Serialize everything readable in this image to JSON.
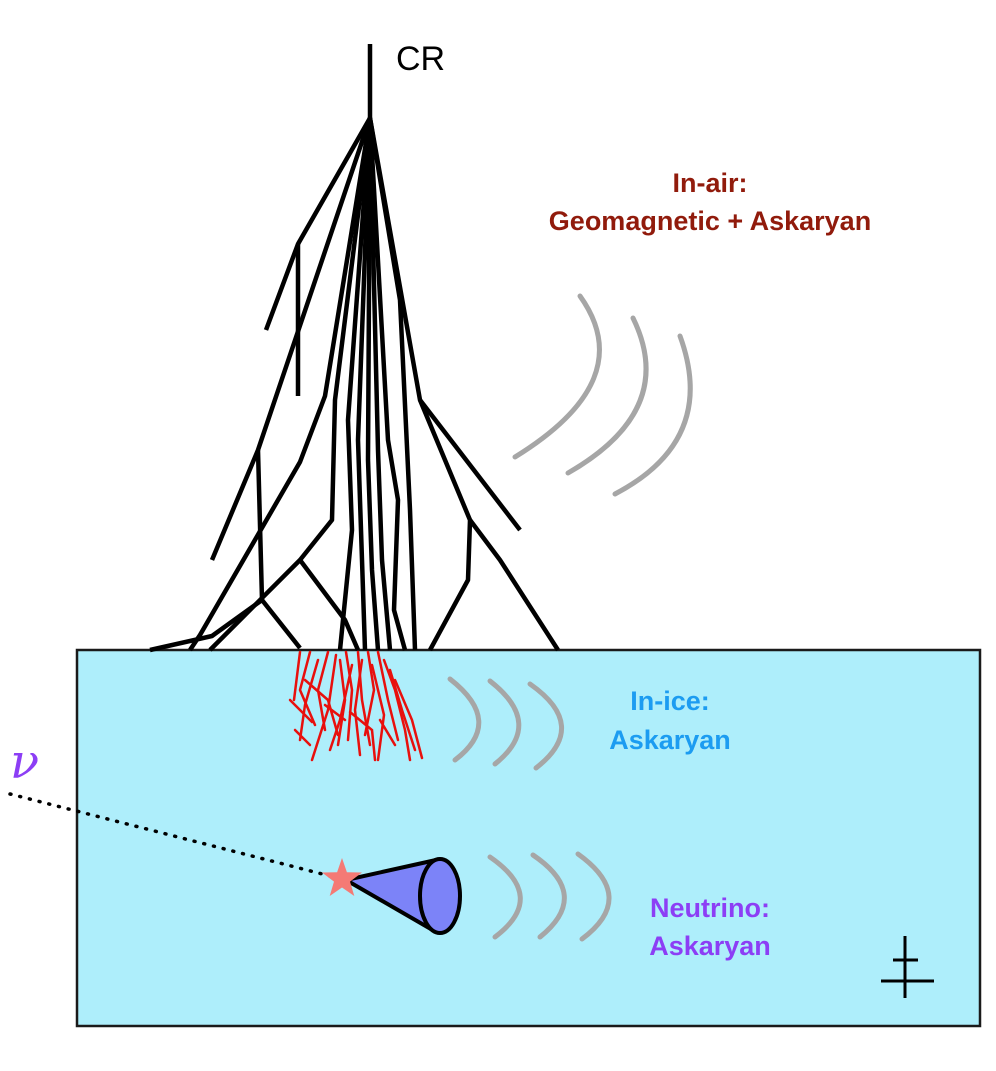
{
  "labels": {
    "cosmic_ray": "CR",
    "in_air_line1": "In-air:",
    "in_air_line2": "Geomagnetic + Askaryan",
    "in_ice_line1": "In-ice:",
    "in_ice_line2": "Askaryan",
    "neutrino_line1": "Neutrino:",
    "neutrino_line2": "Askaryan",
    "neutrino_symbol": "ν"
  },
  "icons": {
    "interaction_vertex": "star-icon",
    "radio_antenna": "antenna-icon",
    "emission_cone": "cone-icon"
  },
  "colors": {
    "air_shower": "#000000",
    "ice_shower": "#e8100d",
    "ice_fill": "#aeeefb",
    "radio_waves": "#a6a6a6",
    "in_air_text": "#911b0c",
    "in_ice_text": "#1c9cf1",
    "neutrino_text": "#8c3ef5",
    "cone_fill": "#7c83f8",
    "star_fill": "#f47a75"
  }
}
